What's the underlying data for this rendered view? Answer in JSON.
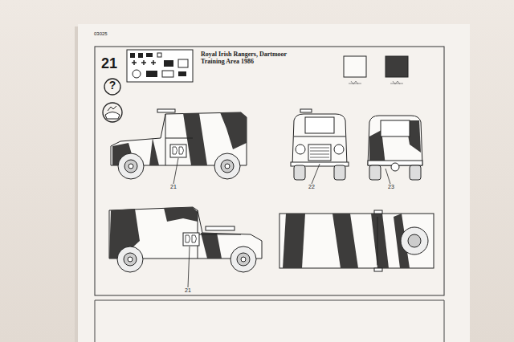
{
  "diagram": {
    "title": "Royal Irish Rangers, Dartmoor Training Area 1986",
    "labels": [
      "03025",
      "21",
      "?",
      "21",
      "22",
      "23",
      "21"
    ]
  }
}
